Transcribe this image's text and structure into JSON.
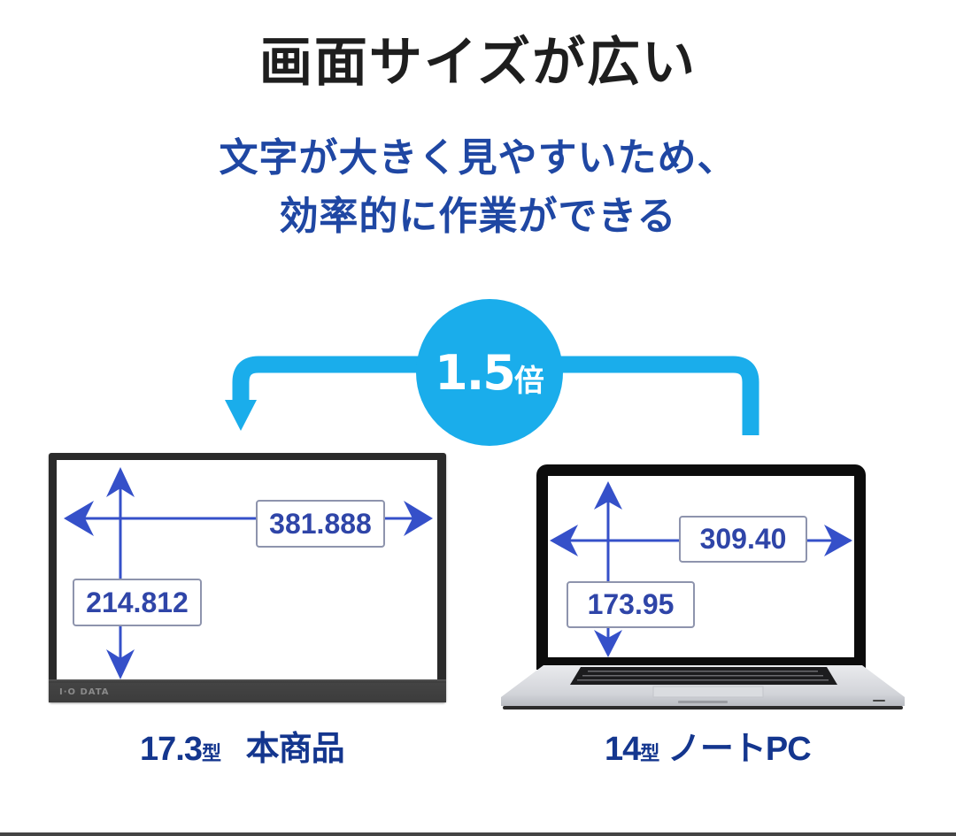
{
  "header": {
    "title": "画面サイズが広い",
    "subtitle_line1": "文字が大きく見やすいため、",
    "subtitle_line2": "効率的に作業ができる"
  },
  "ratio": {
    "value": "1.5",
    "unit": "倍",
    "color": "#1aadeb"
  },
  "product": {
    "brand_logo": "I·O DATA",
    "width_label": "381.888",
    "height_label": "214.812",
    "caption_size": "17.3",
    "caption_size_unit": "型",
    "caption_name": "本商品"
  },
  "laptop": {
    "width_label": "309.40",
    "height_label": "173.95",
    "caption_size": "14",
    "caption_size_unit": "型",
    "caption_name": "ノートPC"
  },
  "colors": {
    "title": "#1e1e1e",
    "subtitle": "#1f47a3",
    "dimension_arrow": "#3550c9",
    "caption": "#14368e"
  }
}
